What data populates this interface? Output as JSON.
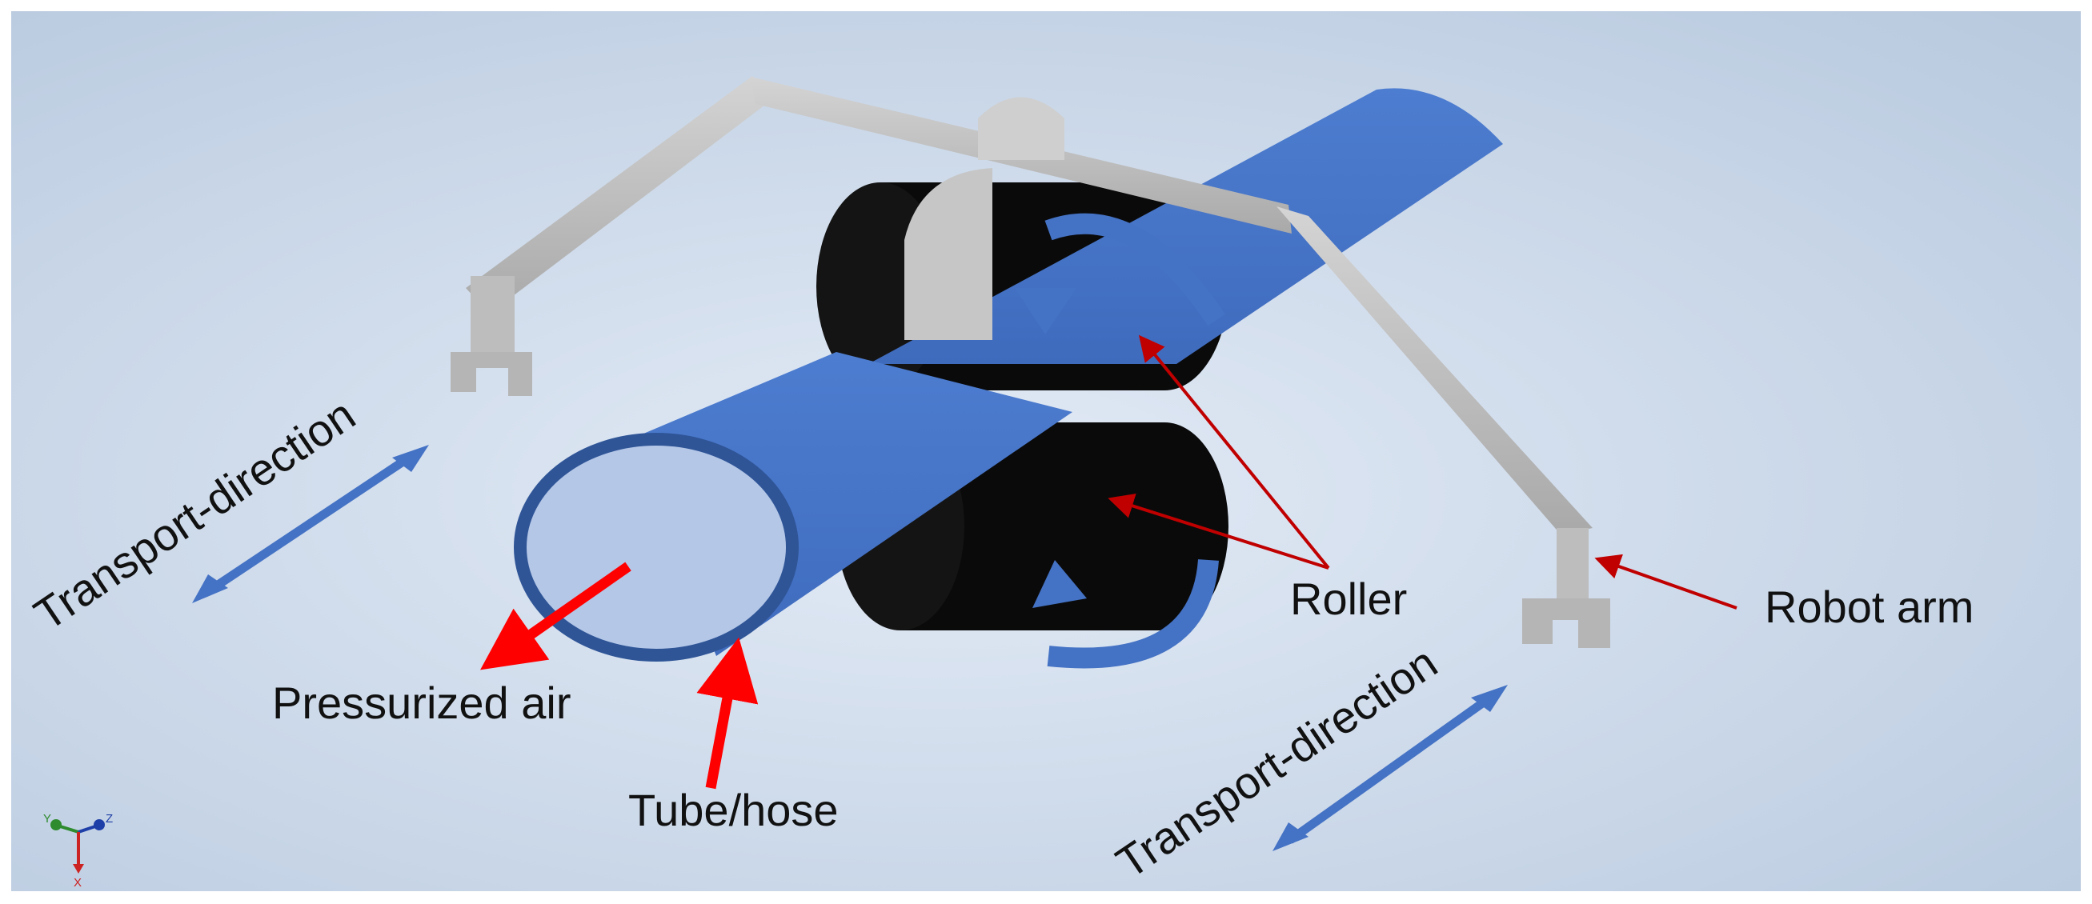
{
  "labels": {
    "transport_left": "Transport-direction",
    "transport_right": "Transport-direction",
    "roller": "Roller",
    "robot_arm": "Robot arm",
    "pressurized_air": "Pressurized air",
    "tube_hose": "Tube/hose"
  },
  "axis_triad": {
    "y": "Y",
    "z": "Z",
    "x": "X"
  },
  "colors": {
    "background_center": "#dde7f4",
    "background_edge": "#b4c6de",
    "tube": "#4472c4",
    "tube_end": "#b4c7e7",
    "tube_rim": "#2f5597",
    "roller": "#0a0a0a",
    "arm": "#c6c6c6",
    "arm_shade": "#9c9c9c",
    "callout_red": "#ff0000",
    "leader_darkred": "#c00000",
    "direction_arrow": "#4472c4"
  }
}
